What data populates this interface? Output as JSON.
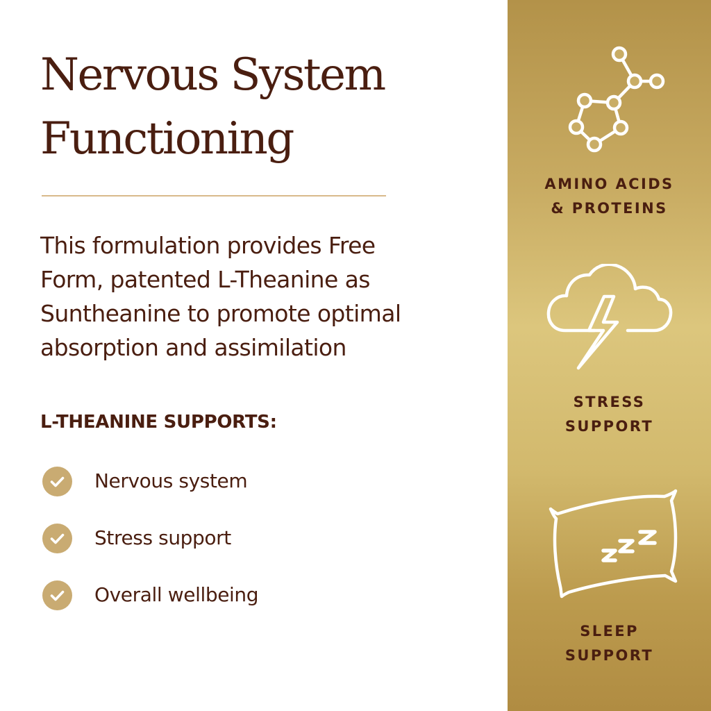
{
  "heading": {
    "line1": "Nervous System",
    "line2": "Functioning"
  },
  "description": {
    "line1": "This formulation provides Free",
    "line2": "Form, patented L-Theanine as",
    "line3": "Suntheanine to promote optimal",
    "line4": "absorption and assimilation"
  },
  "supports": {
    "heading": "L-THEANINE SUPPORTS:",
    "items": [
      {
        "label": "Nervous system",
        "icon": "checkmark-icon"
      },
      {
        "label": "Stress support",
        "icon": "checkmark-icon"
      },
      {
        "label": "Overall wellbeing",
        "icon": "checkmark-icon"
      }
    ]
  },
  "badges": [
    {
      "icon": "molecule-icon",
      "line1": "AMINO ACIDS",
      "line2": "& PROTEINS"
    },
    {
      "icon": "storm-cloud-icon",
      "line1": "STRESS",
      "line2": "SUPPORT"
    },
    {
      "icon": "pillow-icon",
      "line1": "SLEEP",
      "line2": "SUPPORT"
    }
  ],
  "colors": {
    "text": "#4a1e10",
    "gold_panel": "#c8ab62",
    "check_circle": "#c9ab72",
    "divider": "#d8b98a",
    "icon_stroke": "#ffffff"
  }
}
